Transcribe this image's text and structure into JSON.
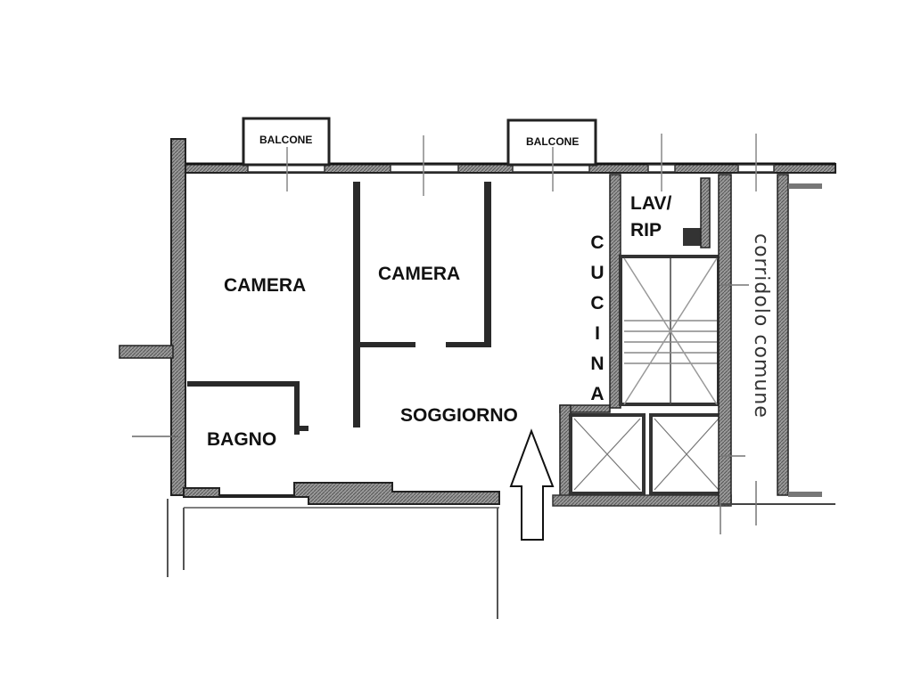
{
  "rooms": {
    "camera_left": "CAMERA",
    "camera_right": "CAMERA",
    "bagno": "BAGNO",
    "soggiorno": "SOGGIORNO",
    "lav_rip_line1": "LAV/",
    "lav_rip_line2": "RIP",
    "cucina_letters": [
      "C",
      "U",
      "C",
      "I",
      "N",
      "A"
    ]
  },
  "balconies": {
    "left": "BALCONE",
    "right": "BALCONE"
  },
  "corridor": "corridolo comune",
  "colors": {
    "wall": "#2a2a2a",
    "wall_hatch": "#6b6b6b",
    "thin_line": "#555555",
    "text": "#111111"
  }
}
